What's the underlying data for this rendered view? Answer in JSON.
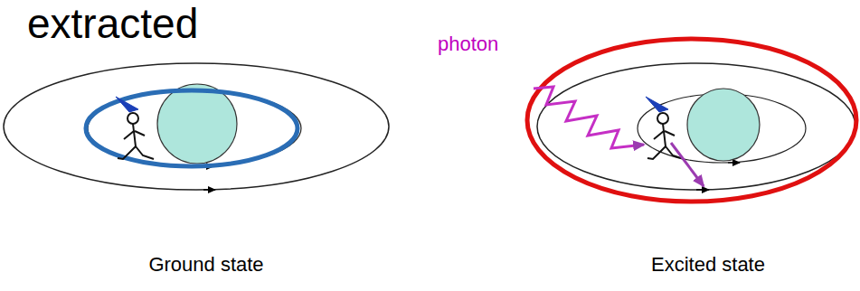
{
  "diagram": {
    "labels": [
      "extracted",
      "photon",
      "Ground state",
      "Excited state"
    ]
  }
}
